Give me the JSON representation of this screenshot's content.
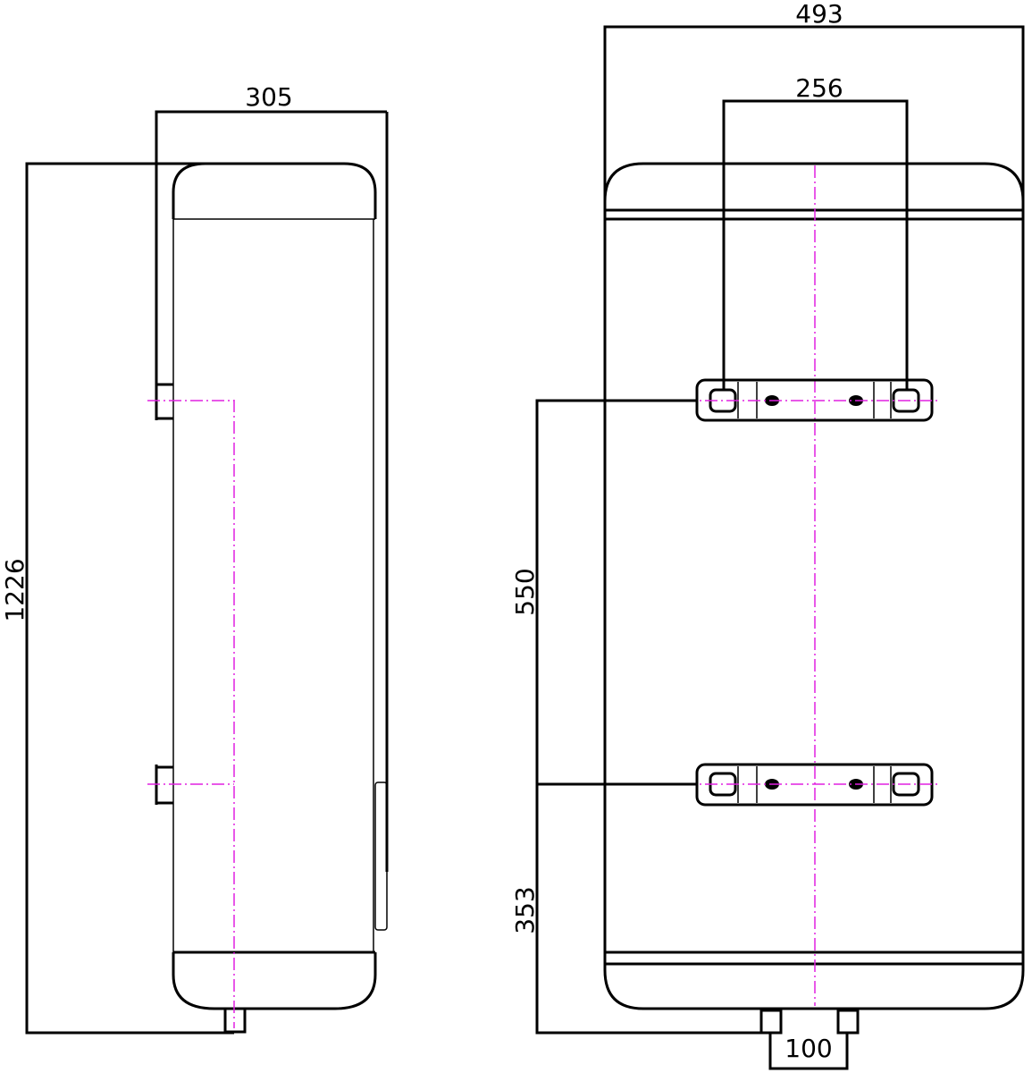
{
  "drawing": {
    "side_view": {
      "width_label": "305",
      "height_label": "1226"
    },
    "front_view": {
      "width_label": "493",
      "bracket_spacing_label": "256",
      "bracket_vertical_spacing_label": "550",
      "lower_bracket_height_label": "353",
      "pipe_spacing_label": "100"
    },
    "colors": {
      "outline": "#000000",
      "centerline": "#e020e0"
    }
  }
}
